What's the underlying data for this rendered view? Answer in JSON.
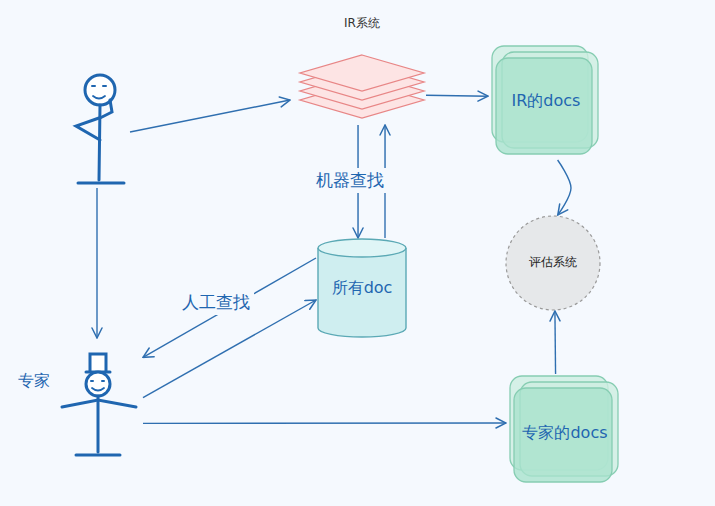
{
  "diagram": {
    "nodes": [
      {
        "text": [
          "IR系统"
        ]
      },
      {
        "text": [
          "IR的docs"
        ]
      },
      {
        "text": [
          "所有doc"
        ]
      },
      {
        "text": [
          "评估系统"
        ]
      },
      {
        "text": [
          "专家"
        ]
      },
      {
        "text": [
          "专家的docs"
        ]
      }
    ],
    "edges": [
      {
        "from": 0,
        "to": 1,
        "arrow": "to"
      },
      {
        "from": 0,
        "to": 2,
        "label": "机器查找",
        "arrow": "to"
      },
      {
        "from": 2,
        "to": 0,
        "arrow": "to"
      },
      {
        "from": 2,
        "to": 4,
        "label": "人工查找",
        "arrow": "to"
      },
      {
        "from": 4,
        "to": 2,
        "arrow": "to"
      },
      {
        "from": 4,
        "to": 5,
        "arrow": "to"
      },
      {
        "from": 1,
        "to": 3,
        "arrow": "to"
      },
      {
        "from": 5,
        "to": 3,
        "arrow": "to"
      }
    ]
  }
}
